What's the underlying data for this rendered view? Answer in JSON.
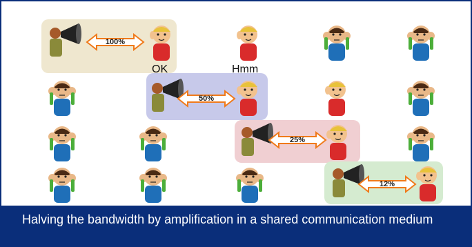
{
  "caption": "Halving the bandwidth by amplification in a shared communication medium",
  "amplification_steps": [
    {
      "level": "100%",
      "response": "OK",
      "panel_color": "#efe7cf"
    },
    {
      "level": "50%",
      "response": "",
      "panel_color": "#c7c9ea"
    },
    {
      "level": "25%",
      "response": "",
      "panel_color": "#f0cfd2"
    },
    {
      "level": "12%",
      "response": "",
      "panel_color": "#d5ebd0"
    }
  ],
  "bystander_response": "Hmm",
  "icons": {
    "speaker": "megaphone-speaker-icon",
    "listener_happy": "listening-child-icon",
    "listener_covering": "ears-covered-child-icon"
  },
  "colors": {
    "frame": "#0a2e7a",
    "caption_bg": "#0a2e7a",
    "arrow": "#f07a1a"
  }
}
